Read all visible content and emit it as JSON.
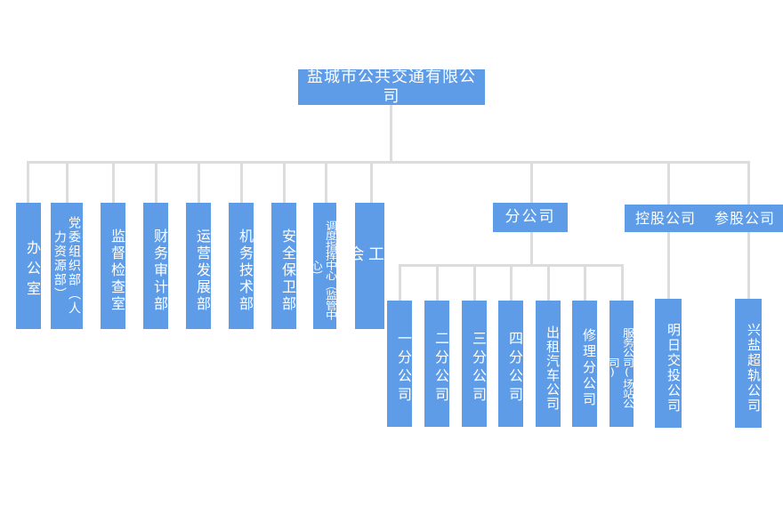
{
  "chart_meta": {
    "kind": "organization-chart",
    "orientation": "top-down",
    "node_fill_color": "#5e9ce8",
    "node_text_color": "#ffffff",
    "connector_color": "#dcdcdc",
    "background_color": "#ffffff"
  },
  "root": {
    "label": "盐城市公共交通有限公司"
  },
  "departments": [
    {
      "label": "办公室"
    },
    {
      "label": "党委组织部（人力资源部）",
      "col_right": "（人力资源部）",
      "col_left": "党委组织部"
    },
    {
      "label": "监督检查室"
    },
    {
      "label": "财务审计部"
    },
    {
      "label": "运营发展部"
    },
    {
      "label": "机务技术部"
    },
    {
      "label": "安全保卫部"
    },
    {
      "label": "调度指挥中心（监管中心）"
    },
    {
      "label": "工会"
    }
  ],
  "groups": [
    {
      "label": "分公司"
    },
    {
      "label": "控股公司"
    },
    {
      "label": "参股公司"
    }
  ],
  "branches": [
    {
      "label": "一分公司"
    },
    {
      "label": "二分公司"
    },
    {
      "label": "三分公司"
    },
    {
      "label": "四分公司"
    },
    {
      "label": "出租汽车公司"
    },
    {
      "label": "修理分公司"
    },
    {
      "label": "服务公司(场站公司)"
    }
  ],
  "holding_children": [
    {
      "label": "明日交投公司"
    }
  ],
  "equity_children": [
    {
      "label": "兴盐超轨公司"
    }
  ]
}
